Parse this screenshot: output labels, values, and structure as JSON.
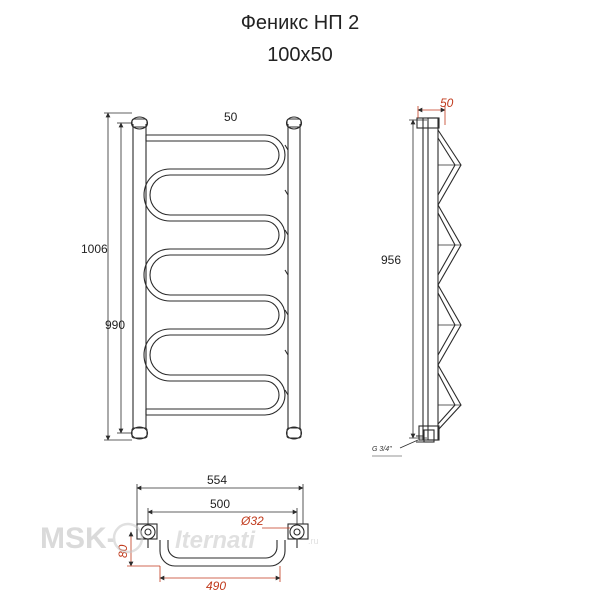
{
  "title": {
    "line1": "Феникс НП 2",
    "line2": "100x50"
  },
  "front_view": {
    "top_width": "50",
    "total_height": "1006",
    "axis_height": "990"
  },
  "side_view": {
    "depth": "50",
    "height": "956",
    "connection": "G 3/4\""
  },
  "top_view": {
    "overall_width": "554",
    "axis_width": "500",
    "bottom_width": "490",
    "depth": "80",
    "pipe_diameter": "Ø32"
  },
  "watermark": {
    "left": "MSK-",
    "right": "lternati",
    "suffix": ".ru"
  },
  "colors": {
    "line": "#2b2b2b",
    "dimension_red": "#c0391b",
    "watermark": "#c8c8c8"
  }
}
